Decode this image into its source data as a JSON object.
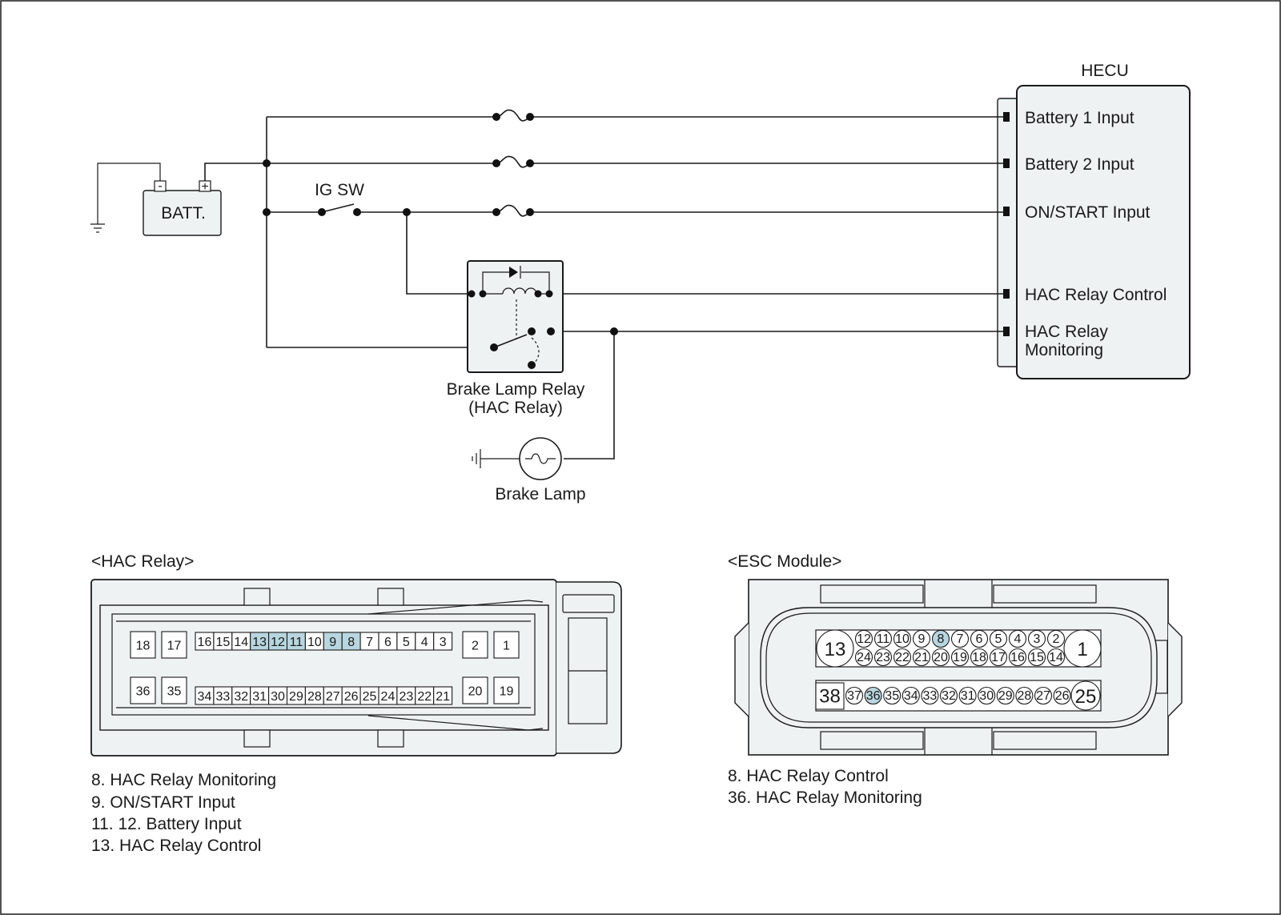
{
  "hecu": {
    "title": "HECU",
    "inputs": [
      "Battery 1 Input",
      "Battery 2 Input",
      "ON/START Input",
      "HAC Relay Control",
      "HAC Relay",
      "Monitoring"
    ]
  },
  "battery": {
    "label": "BATT.",
    "neg": "-",
    "pos": "+"
  },
  "ig_sw": "IG SW",
  "relay": {
    "label1": "Brake Lamp Relay",
    "label2": "(HAC Relay)"
  },
  "brake_lamp": "Brake Lamp",
  "hac_connector": {
    "title": "<HAC Relay>",
    "big_pins": [
      "18",
      "17",
      "2",
      "1",
      "36",
      "35",
      "20",
      "19"
    ],
    "top_row": [
      "16",
      "15",
      "14",
      "13",
      "12",
      "11",
      "10",
      "9",
      "8",
      "7",
      "6",
      "5",
      "4",
      "3"
    ],
    "bottom_row": [
      "34",
      "33",
      "32",
      "31",
      "30",
      "29",
      "28",
      "27",
      "26",
      "25",
      "24",
      "23",
      "22",
      "21"
    ],
    "highlighted": [
      "13",
      "12",
      "11",
      "9",
      "8"
    ],
    "legend": [
      "8. HAC Relay Monitoring",
      "9. ON/START Input",
      "11. 12. Battery Input",
      "13. HAC Relay Control"
    ]
  },
  "esc_connector": {
    "title": "<ESC Module>",
    "big_pins": [
      "13",
      "1",
      "38",
      "25"
    ],
    "row1": [
      "12",
      "11",
      "10",
      "9",
      "8",
      "7",
      "6",
      "5",
      "4",
      "3",
      "2"
    ],
    "row2": [
      "24",
      "23",
      "22",
      "21",
      "20",
      "19",
      "18",
      "17",
      "16",
      "15",
      "14"
    ],
    "row3": [
      "37",
      "36",
      "35",
      "34",
      "33",
      "32",
      "31",
      "30",
      "29",
      "28",
      "27",
      "26"
    ],
    "highlighted": [
      "8",
      "36"
    ],
    "legend": [
      "8. HAC Relay Control",
      "36. HAC Relay Monitoring"
    ]
  },
  "colors": {
    "highlight": "#b8d6df",
    "connector_fill": "#eef2f2",
    "box_fill": "#eef2f2"
  }
}
